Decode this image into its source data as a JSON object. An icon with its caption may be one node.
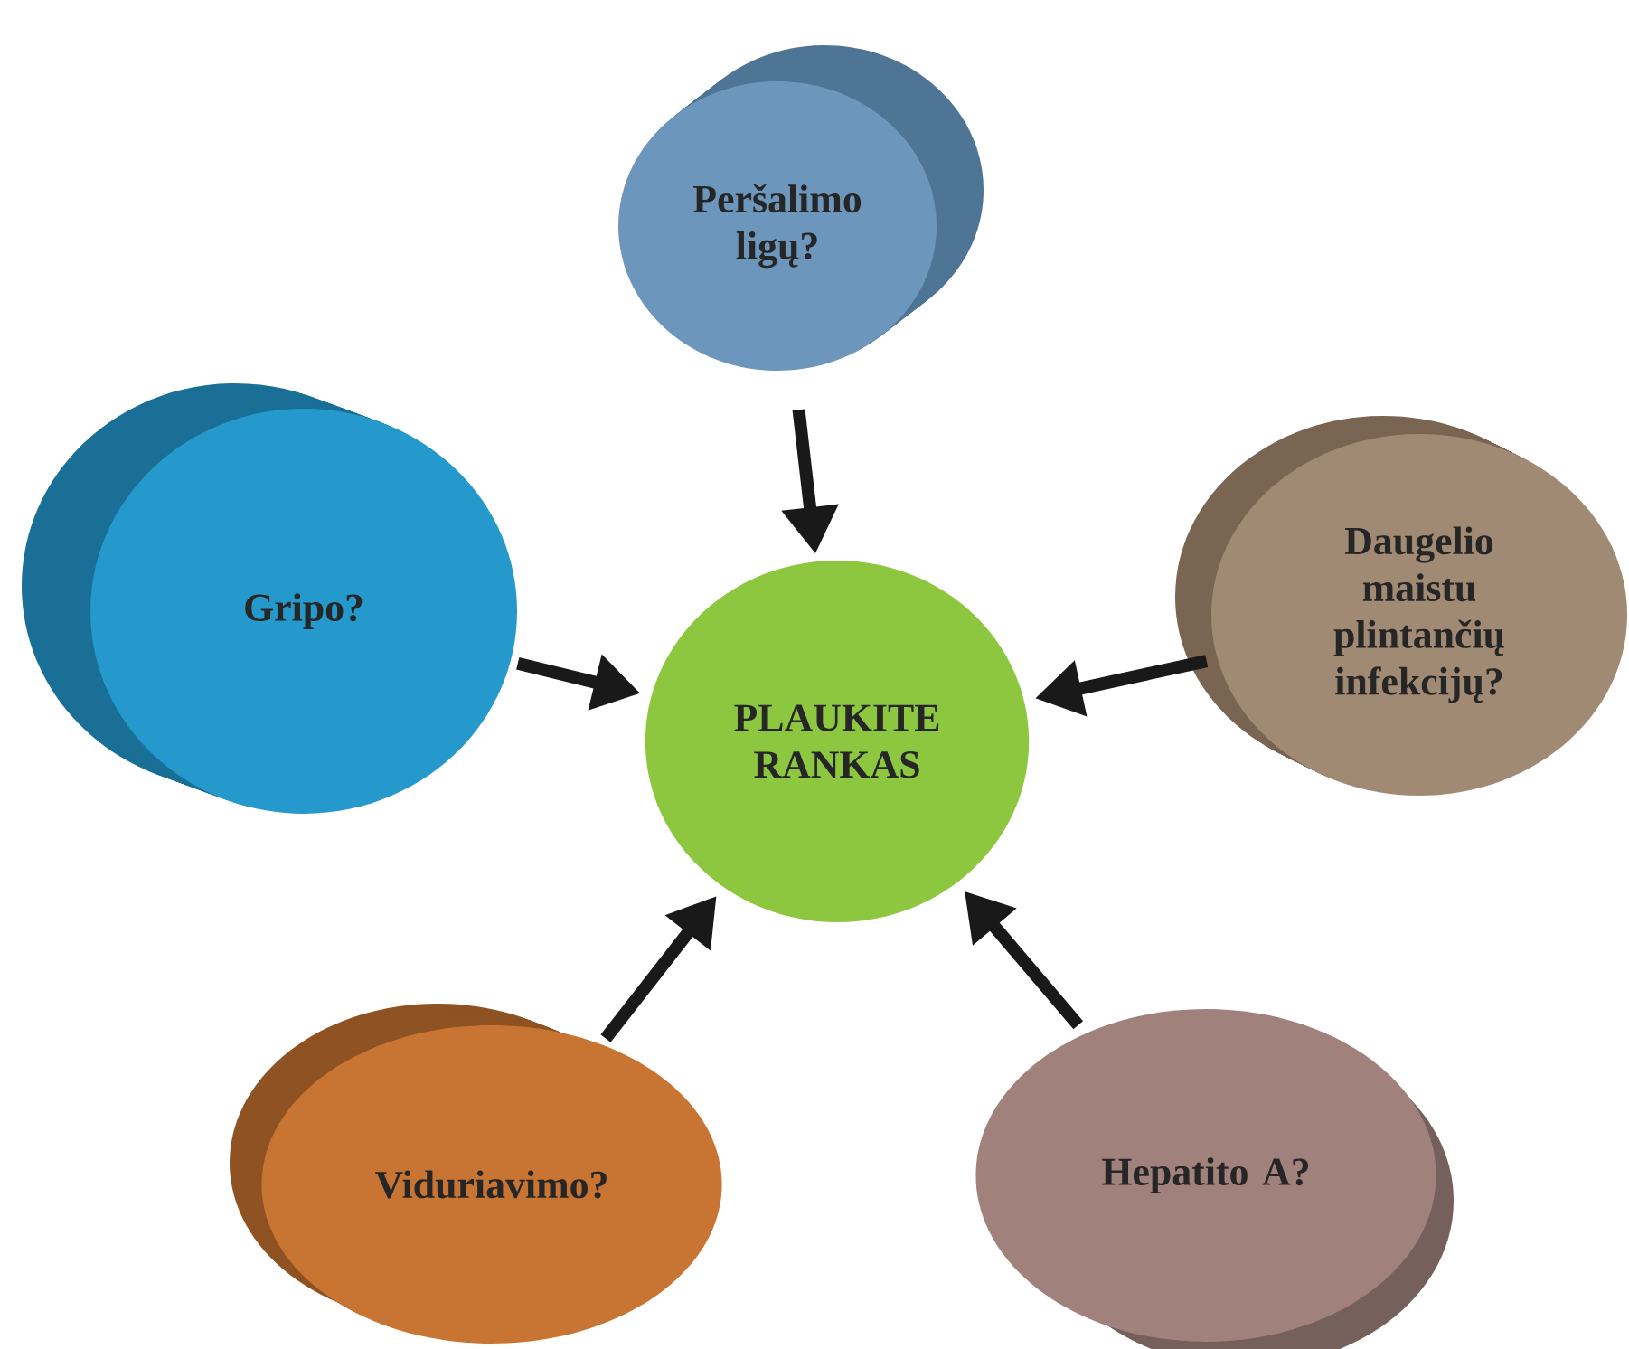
{
  "diagram": {
    "nodes": [
      {
        "text": [
          "Peršalimo ligų?"
        ]
      },
      {
        "text": [
          "Gripo?"
        ]
      },
      {
        "text": [
          "Daugelio maistu plintančių infekcijų?"
        ]
      },
      {
        "text": [
          "PLAUKITE RANKAS"
        ]
      },
      {
        "text": [
          "Viduriavimo?"
        ]
      },
      {
        "text": [
          "Hepatito A?"
        ]
      }
    ],
    "edges": [
      {
        "from": 0,
        "to": 3,
        "arrow": "to"
      },
      {
        "from": 1,
        "to": 3,
        "arrow": "to"
      },
      {
        "from": 2,
        "to": 3,
        "arrow": "to"
      },
      {
        "from": 5,
        "to": 3,
        "arrow": "to"
      },
      {
        "from": 4,
        "to": 3,
        "arrow": "to"
      }
    ]
  }
}
